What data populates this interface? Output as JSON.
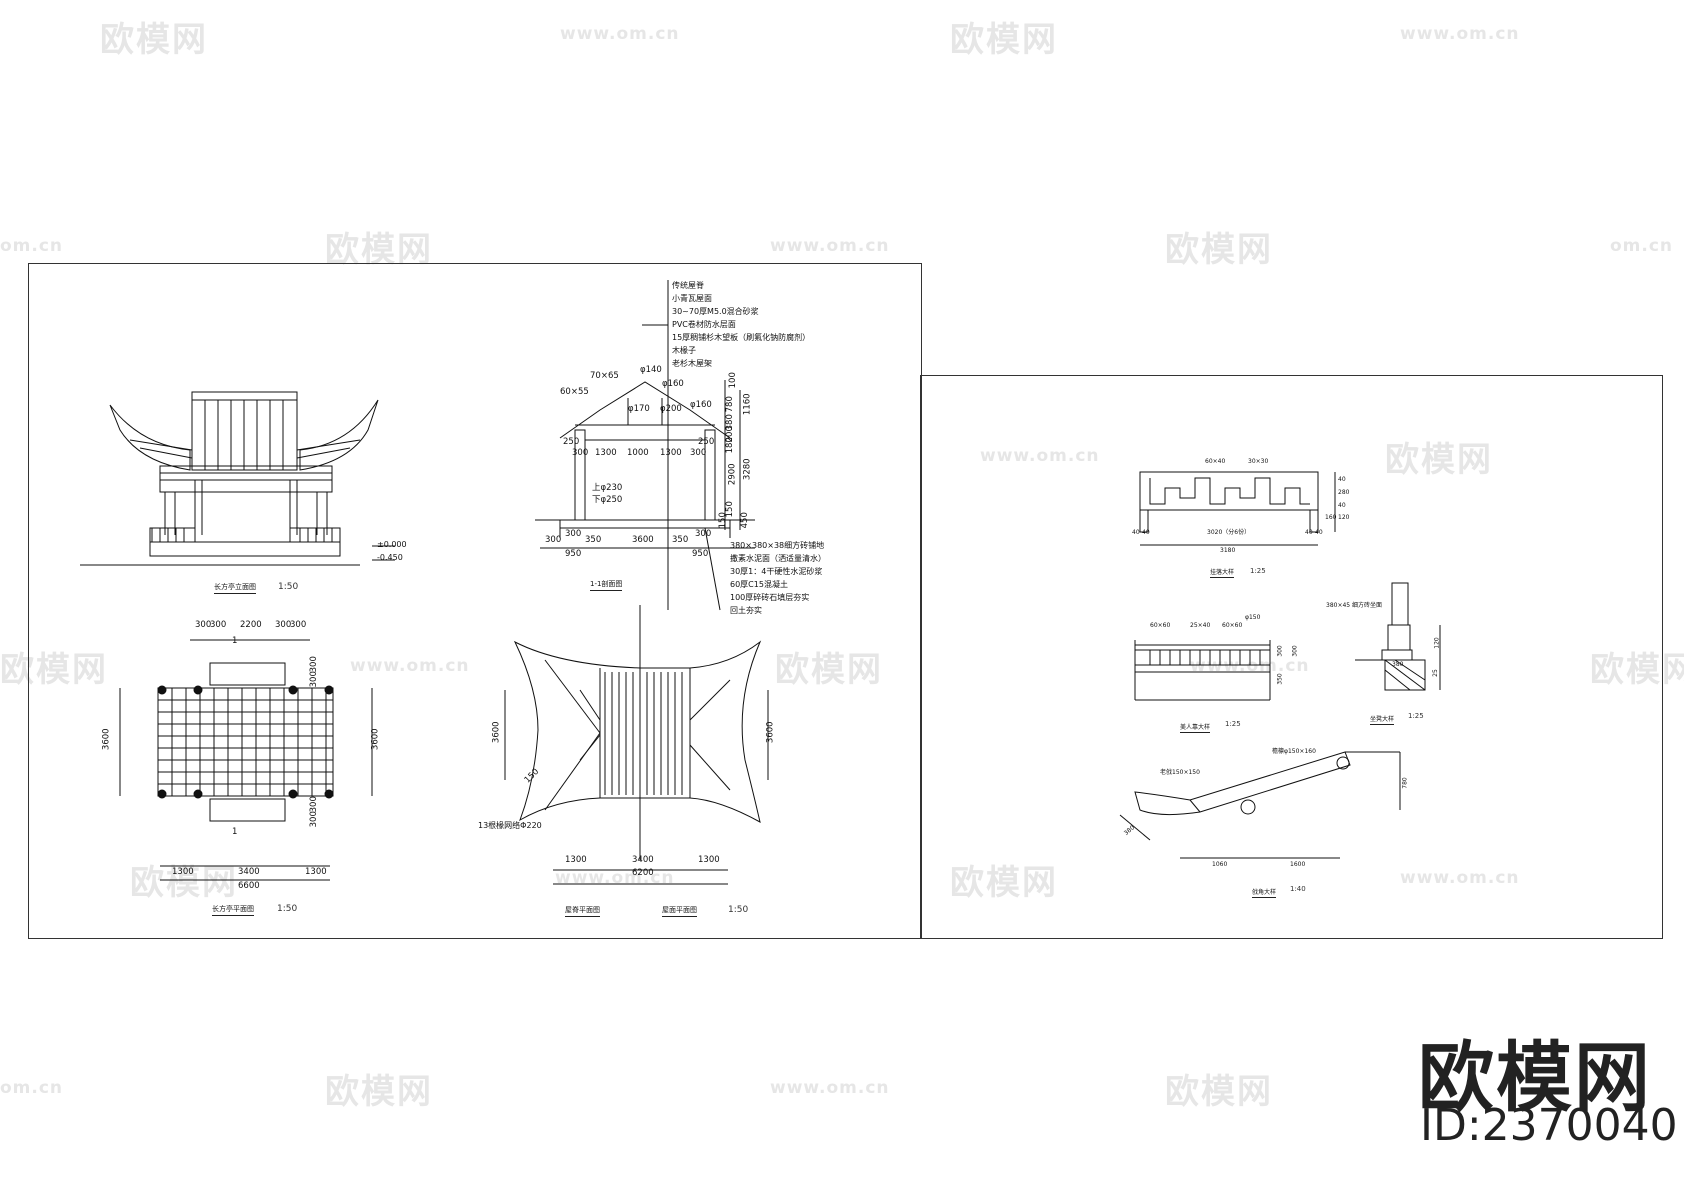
{
  "watermark": {
    "logo_text": "欧模网",
    "url_text": "www.om.cn",
    "url_fragment": "om.cn"
  },
  "brand": {
    "name": "欧模网",
    "id_label": "ID:2370040"
  },
  "left_sheet": {
    "front_elevation": {
      "title": "长方亭立面图",
      "scale": "1:50",
      "level_top": "±0.000",
      "level_bottom": "-0.450"
    },
    "section": {
      "title": "1-1剖面图",
      "roof_layers": [
        "传统屋脊",
        "小青瓦屋面",
        "30~70厚M5.0混合砂浆",
        "PVC卷材防水层面",
        "15厚稠铺杉木望板（刷氟化钠防腐剂）",
        "木椽子",
        "老杉木屋架"
      ],
      "floor_layers": [
        "380×380×38细方砖铺地",
        "撒素水泥面（洒适量清水）",
        "30厚1：4干硬性水泥砂浆",
        "60厚C15混凝土",
        "100厚碎砖石填层夯实",
        "回土夯实"
      ],
      "dims_top": [
        "70×65",
        "60×55",
        "φ140",
        "φ160",
        "φ170",
        "φ200",
        "φ160"
      ],
      "dims_mid": [
        "250",
        "300",
        "1300",
        "1000",
        "1300",
        "300",
        "250"
      ],
      "dims_vertical": [
        "100",
        "780",
        "1160",
        "380",
        "200",
        "180",
        "2900",
        "3280",
        "150",
        "150",
        "450"
      ],
      "column_dims": [
        "上φ230",
        "下φ250"
      ],
      "dims_bottom": [
        "300",
        "300",
        "350",
        "3600",
        "350",
        "300",
        "950",
        "950"
      ]
    },
    "plan": {
      "title": "长方亭平面图",
      "scale": "1:50",
      "dims_top": [
        "300",
        "300",
        "2200",
        "300",
        "300"
      ],
      "dims_side": [
        "3600",
        "3600",
        "300",
        "300",
        "300",
        "300"
      ],
      "dims_bottom": [
        "1300",
        "3400",
        "1300",
        "6600"
      ],
      "section_mark": "1"
    },
    "roof_plan": {
      "title_left": "屋脊平面图",
      "title_right": "屋面平面图",
      "scale": "1:50",
      "dims_side": [
        "3600",
        "3600"
      ],
      "dim_diag": "150",
      "note": "13根椽网络Φ220",
      "dims_bottom": [
        "1300",
        "3400",
        "1300",
        "6200"
      ]
    }
  },
  "right_sheet": {
    "railing_detail": {
      "title": "挂落大样",
      "scale": "1:25",
      "dims_top": [
        "60×40",
        "30×30"
      ],
      "dims_side": [
        "40",
        "280",
        "40",
        "160",
        "120"
      ],
      "dims_bottom": [
        "40",
        "40",
        "3020（分6份）",
        "40",
        "40",
        "3180"
      ]
    },
    "seat_detail": {
      "title": "美人靠大样",
      "scale": "1:25",
      "dims": [
        "60×60",
        "25×40",
        "φ150",
        "60×60",
        "300",
        "300",
        "350"
      ]
    },
    "seat_section": {
      "title": "坐凳大样",
      "scale": "1:25",
      "note": "380×45 细方砖坐面",
      "dims": [
        "380",
        "120",
        "25"
      ]
    },
    "corner_detail": {
      "title": "戗角大样",
      "scale": "1:40",
      "labels": [
        "檐檩φ150×160",
        "老戗150×150"
      ],
      "dims": [
        "780",
        "380",
        "1060",
        "1600"
      ]
    }
  }
}
